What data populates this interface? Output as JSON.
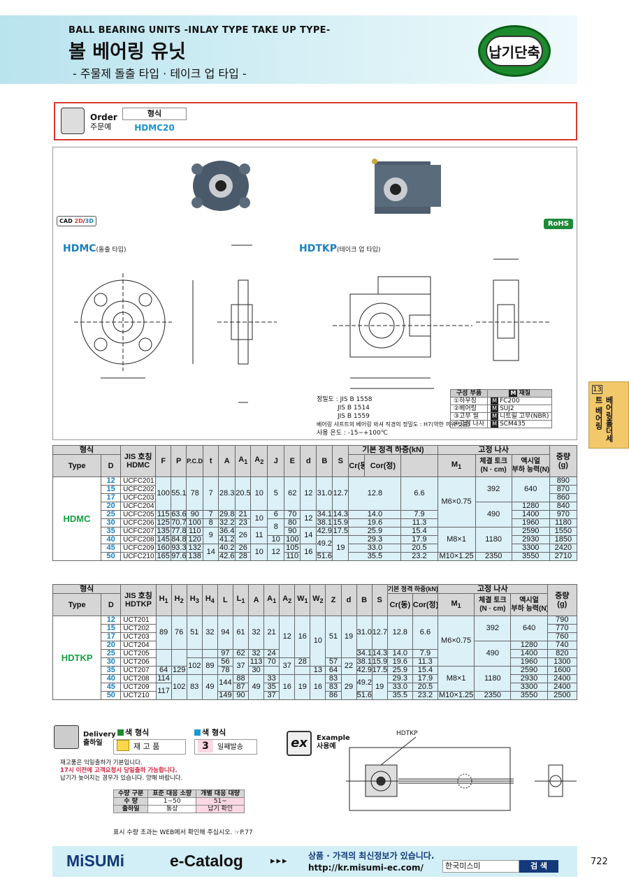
{
  "header": {
    "title_en": "BALL BEARING UNITS -INLAY TYPE TAKE UP TYPE-",
    "title_ko": "볼 베어링 유닛",
    "subtitle": "- 주물제 돌출 타입 · 테이크 업 타입 -",
    "badge": "납기단축"
  },
  "order": {
    "label_en": "Order",
    "label_ko": "주문예",
    "col_header": "형식",
    "example": "HDMC20"
  },
  "panel": {
    "cad": "CAD",
    "cad_2d": "2D",
    "cad_3d": "3D",
    "rohs": "RoHS",
    "fig1_name": "HDMC",
    "fig1_desc": "(돌출 타입)",
    "fig2_name": "HDTKP",
    "fig2_desc": "(테이크 업 타입)",
    "spec_lines": [
      "정밀도 : JIS B 1558",
      "JIS B 1514",
      "JIS B 1559",
      "베어링 샤프트의 베어링 와셔 직경의 정밀도 : H7(약한 끼워 맞춤)",
      "사용 온도 : -15~+100℃"
    ],
    "parts_header": [
      "구성 부품",
      "재질"
    ],
    "parts": [
      {
        "name": "①하우징",
        "mat": "FC200"
      },
      {
        "name": "②베어링",
        "mat": "SUJ2"
      },
      {
        "name": "③고무 씰",
        "mat": "니트릴 고무(NBR)"
      },
      {
        "name": "④고정 나사",
        "mat": "SCM435"
      }
    ],
    "mat_tag": "M"
  },
  "table1": {
    "type_label": "HDMC",
    "rows": [
      [
        "12",
        "UCFC201"
      ],
      [
        "15",
        "UCFC202"
      ],
      [
        "17",
        "UCFC203"
      ],
      [
        "20",
        "UCFC204"
      ],
      [
        "25",
        "UCFC205"
      ],
      [
        "30",
        "UCFC206"
      ],
      [
        "35",
        "UCFC207"
      ],
      [
        "40",
        "UCFC208"
      ],
      [
        "45",
        "UCFC209"
      ],
      [
        "50",
        "UCFC210"
      ]
    ],
    "weights": [
      "890",
      "870",
      "860",
      "840",
      "970",
      "1180",
      "1550",
      "1850",
      "2420",
      "2710"
    ]
  },
  "table2": {
    "type_label": "HDTKP",
    "rows": [
      [
        "12",
        "UCT201"
      ],
      [
        "15",
        "UCT202"
      ],
      [
        "17",
        "UCT203"
      ],
      [
        "20",
        "UCT204"
      ],
      [
        "25",
        "UCT205"
      ],
      [
        "30",
        "UCT206"
      ],
      [
        "35",
        "UCT207"
      ],
      [
        "40",
        "UCT208"
      ],
      [
        "45",
        "UCT209"
      ],
      [
        "50",
        "UCT210"
      ]
    ],
    "weights": [
      "790",
      "770",
      "760",
      "740",
      "820",
      "1300",
      "1600",
      "2400",
      "2400",
      "2500"
    ]
  },
  "delivery": {
    "label_en": "Delivery",
    "label_ko": "출하일",
    "stock_head": "색 형식",
    "stock_label": "재 고 품",
    "days_head": "색 형식",
    "days_num": "3",
    "days_label": "일째발송",
    "notes": [
      "재고품은 익일출하가 기본입니다.",
      "17시 이전에 고객요청시 당일출하 가능합니다.",
      "납기가 늦어지는 경우가 있습니다. 양해 바랍니다."
    ],
    "qty_header": [
      "수량 구분",
      "표준 대응 소량",
      "개별 대응 대량"
    ],
    "qty_row1": [
      "수 량",
      "1~50",
      "51~"
    ],
    "qty_row2": [
      "출하일",
      "통상",
      "납기 확인"
    ],
    "foot": "표시 수량 초과는 WEB에서 확인해 주십시오. ☞P.77"
  },
  "example": {
    "label_en": "Example",
    "label_ko": "사용예",
    "part": "HDTKP"
  },
  "footer": {
    "logo": "MiSUMi",
    "ecat": "e-Catalog",
    "arrows": "▸▸▸",
    "line1": "상품 · 가격의 최신정보가 있습니다.",
    "line2": "http://kr.misumi-ec.com/",
    "search_text": "한국미스미",
    "search_btn": "검 색"
  },
  "page_number": "722",
  "side_tab": {
    "num": "13",
    "text": "베어링홀더세트 베어링"
  }
}
